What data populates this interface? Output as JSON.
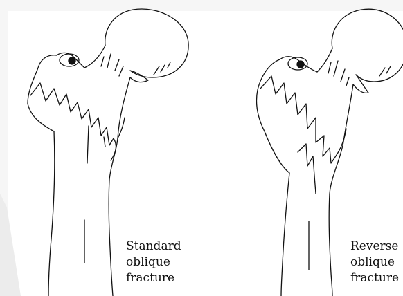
{
  "panels": [
    {
      "id": "standard",
      "caption_lines": [
        "Standard",
        "oblique",
        "fracture"
      ]
    },
    {
      "id": "reverse",
      "caption_lines": [
        "Reverse",
        "oblique",
        "fracture"
      ]
    }
  ],
  "colors": {
    "background": "#f6f6f6",
    "paper": "#ffffff",
    "ink": "#111111",
    "shadow": "#e9e9e9"
  }
}
